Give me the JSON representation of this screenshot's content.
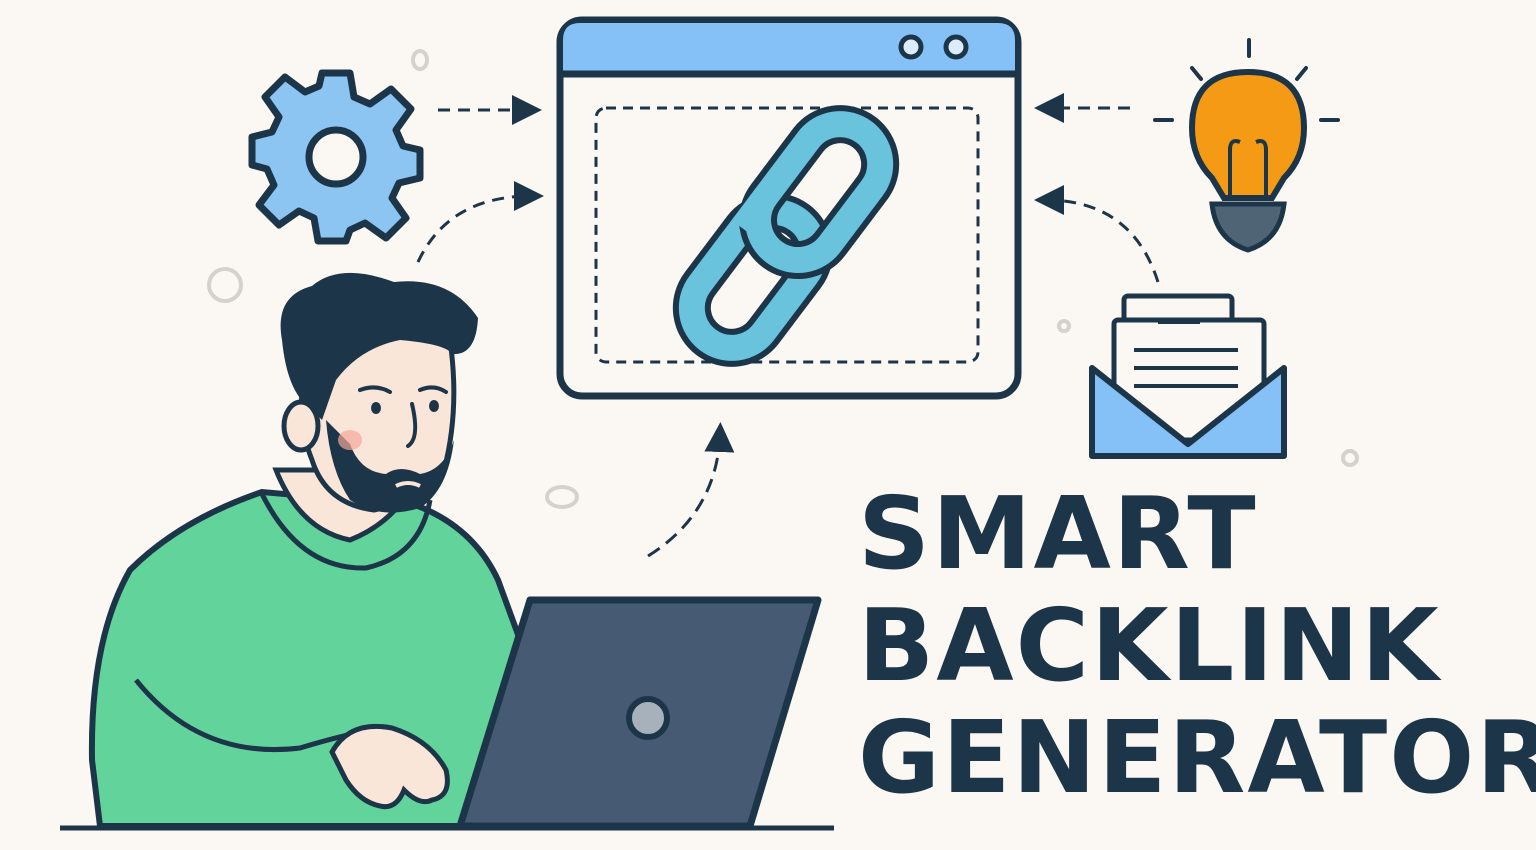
{
  "title": {
    "line1": "SMART",
    "line2": "BACKLINK",
    "line3": "GENERATOR"
  },
  "icons": [
    "gear-icon",
    "browser-window-icon",
    "chain-link-icon",
    "lightbulb-icon",
    "envelope-letter-icon",
    "laptop-icon"
  ],
  "colors": {
    "background": "#fbf8f4",
    "ink": "#1c3549",
    "window_bar": "#85c1f7",
    "link": "#69c3dd",
    "gear": "#8cc5f2",
    "bulb": "#f59a14",
    "sweater": "#62d49b",
    "laptop": "#465b73"
  }
}
